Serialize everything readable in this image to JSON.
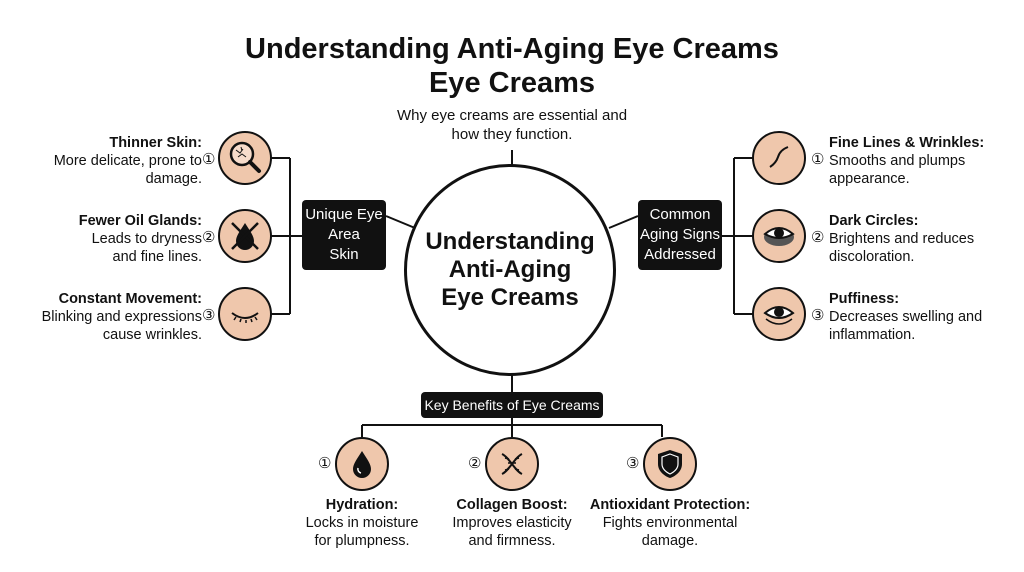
{
  "title_lines": [
    "Understanding Anti-Aging Eye Creams",
    "Eye Creams"
  ],
  "subtitle_lines": [
    "Why eye creams are essential and",
    "how they function."
  ],
  "center_lines": [
    "Understanding",
    "Anti-Aging",
    "Eye Creams"
  ],
  "left_group": {
    "label_lines": [
      "Unique Eye",
      "Area",
      "Skin"
    ],
    "items": [
      {
        "title": "Thinner Skin:",
        "desc_lines": [
          "More delicate, prone to",
          "damage."
        ],
        "number": "①",
        "icon": "magnifier-skin-icon"
      },
      {
        "title": "Fewer Oil Glands:",
        "desc_lines": [
          "Leads to dryness",
          "and fine lines."
        ],
        "number": "②",
        "icon": "crossed-oil-drop-icon"
      },
      {
        "title": "Constant Movement:",
        "desc_lines": [
          "Blinking and expressions",
          "cause wrinkles."
        ],
        "number": "③",
        "icon": "closed-eye-icon"
      }
    ]
  },
  "right_group": {
    "label_lines": [
      "Common",
      "Aging Signs",
      "Addressed"
    ],
    "items": [
      {
        "title": "Fine Lines & Wrinkles:",
        "desc_lines": [
          "Smooths and plumps",
          "appearance."
        ],
        "number": "①",
        "icon": "wrinkle-line-icon"
      },
      {
        "title": "Dark Circles:",
        "desc_lines": [
          "Brightens and reduces",
          "discoloration."
        ],
        "number": "②",
        "icon": "dark-eye-icon"
      },
      {
        "title": "Puffiness:",
        "desc_lines": [
          "Decreases swelling and",
          "inflammation."
        ],
        "number": "③",
        "icon": "puffy-eye-icon"
      }
    ]
  },
  "bottom_group": {
    "label": "Key Benefits of Eye Creams",
    "items": [
      {
        "title": "Hydration:",
        "desc_lines": [
          "Locks in moisture",
          "for plumpness."
        ],
        "number": "①",
        "icon": "water-drop-icon"
      },
      {
        "title": "Collagen Boost:",
        "desc_lines": [
          "Improves elasticity",
          "and firmness."
        ],
        "number": "②",
        "icon": "dna-icon"
      },
      {
        "title": "Antioxidant Protection:",
        "desc_lines": [
          "Fights environmental",
          "damage."
        ],
        "number": "③",
        "icon": "shield-icon"
      }
    ]
  },
  "colors": {
    "icon_fill": "#efc7ac",
    "ink": "#111111",
    "label_box": "#111111",
    "background": "#ffffff"
  }
}
